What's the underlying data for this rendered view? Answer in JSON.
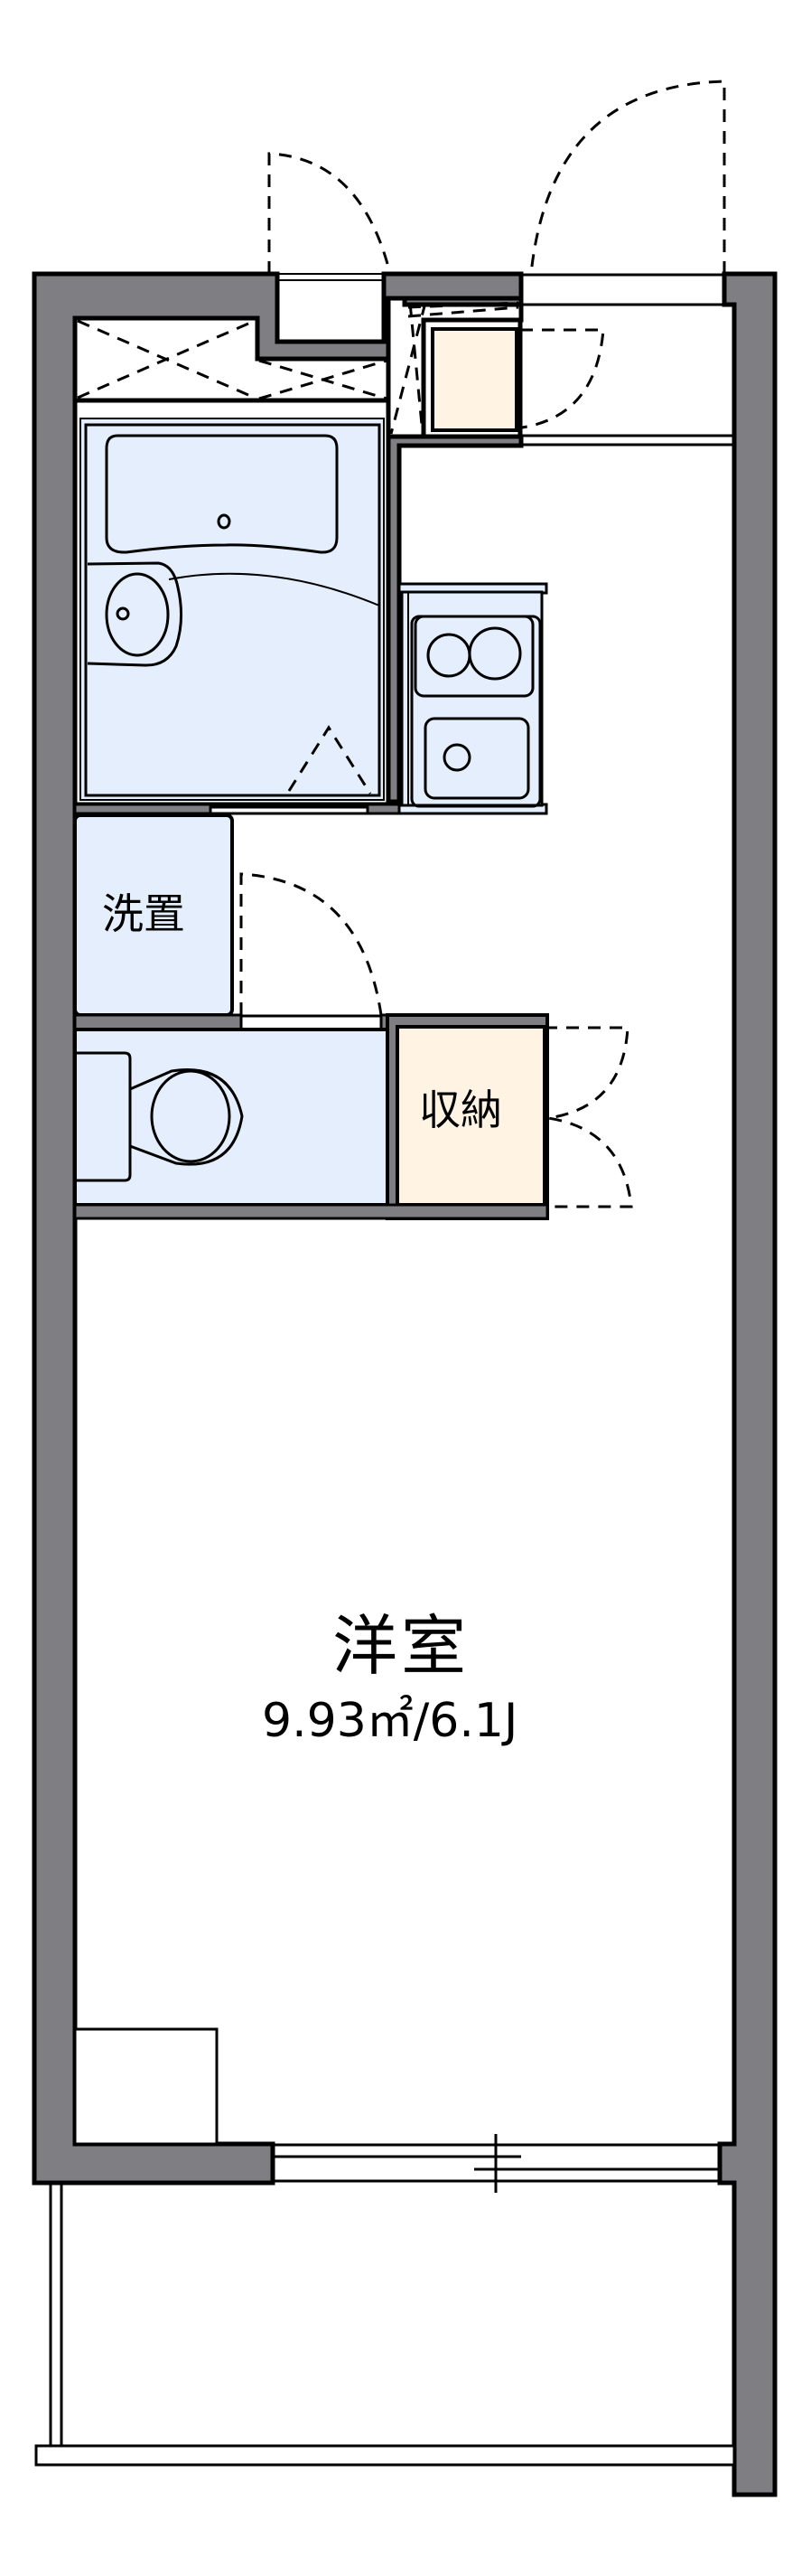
{
  "floorplan": {
    "rooms": {
      "washer": {
        "label": "洗置"
      },
      "storage": {
        "label": "収納"
      },
      "western_room": {
        "label": "洋室",
        "area": "9.93㎡/6.1J"
      }
    },
    "fixtures": [
      "unit-bath",
      "wash-basin",
      "kitchen-stove",
      "kitchen-sink",
      "toilet",
      "shoe-cabinet",
      "closet",
      "balcony",
      "sliding-window",
      "entrance-door"
    ],
    "colors": {
      "wall": "#7f7e83",
      "wet_area": "#e4eefc",
      "storage": "#fff4e3",
      "line": "#000000"
    }
  }
}
